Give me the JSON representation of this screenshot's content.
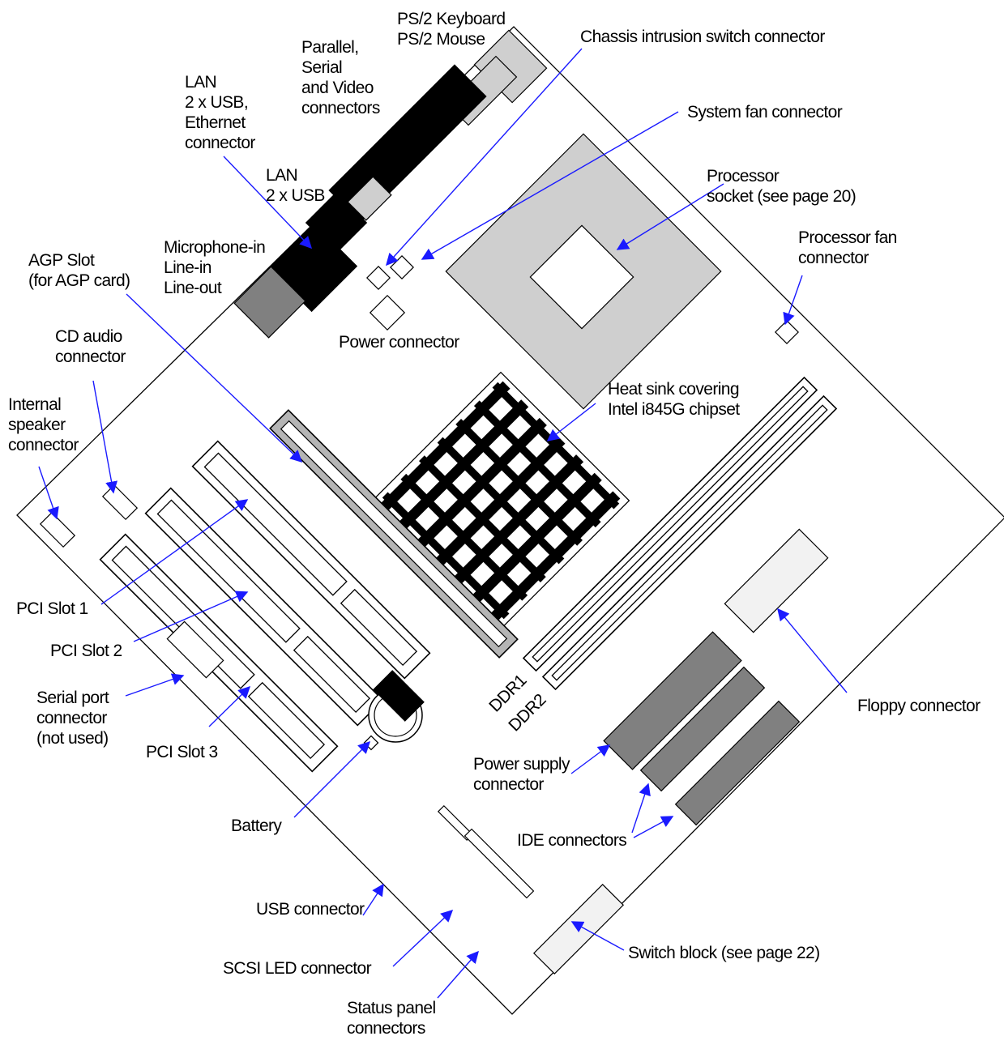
{
  "labels": {
    "ps2": [
      "PS/2 Keyboard",
      "PS/2 Mouse"
    ],
    "chassis_intrusion": "Chassis intrusion switch connector",
    "parallel_serial_video": [
      "Parallel,",
      "Serial",
      "and Video",
      "connectors"
    ],
    "lan_usb_ethernet": [
      "LAN",
      "2 x USB,",
      "Ethernet",
      "connector"
    ],
    "system_fan": "System fan connector",
    "lan_usb": [
      "LAN",
      "2 x USB"
    ],
    "processor_socket": [
      "Processor",
      "socket (see page 20)"
    ],
    "audio": [
      "Microphone-in",
      "Line-in",
      "Line-out"
    ],
    "agp_slot": [
      "AGP Slot",
      "(for AGP card)"
    ],
    "processor_fan": [
      "Processor fan",
      "connector"
    ],
    "power_connector": "Power connector",
    "cd_audio": [
      "CD audio",
      "connector"
    ],
    "heat_sink": [
      "Heat sink covering",
      "Intel i845G chipset"
    ],
    "internal_speaker": [
      "Internal",
      "speaker",
      "connector"
    ],
    "pci_slot_1": "PCI Slot 1",
    "pci_slot_2": "PCI Slot 2",
    "serial_port": [
      "Serial port",
      "connector",
      "(not used)"
    ],
    "pci_slot_3": "PCI Slot 3",
    "ddr1": "DDR1",
    "ddr2": "DDR2",
    "floppy": "Floppy connector",
    "power_supply": [
      "Power supply",
      "connector"
    ],
    "battery": "Battery",
    "ide": "IDE connectors",
    "usb_connector": "USB connector",
    "scsi_led": "SCSI LED connector",
    "switch_block": "Switch block (see page 22)",
    "status_panel": [
      "Status panel",
      "connectors"
    ]
  },
  "colors": {
    "leader": "#1a1aff",
    "connector_black": "#000000",
    "connector_dark_gray": "#808080",
    "connector_light_gray": "#cfcfcf",
    "connector_pale": "#f2f2f2"
  }
}
